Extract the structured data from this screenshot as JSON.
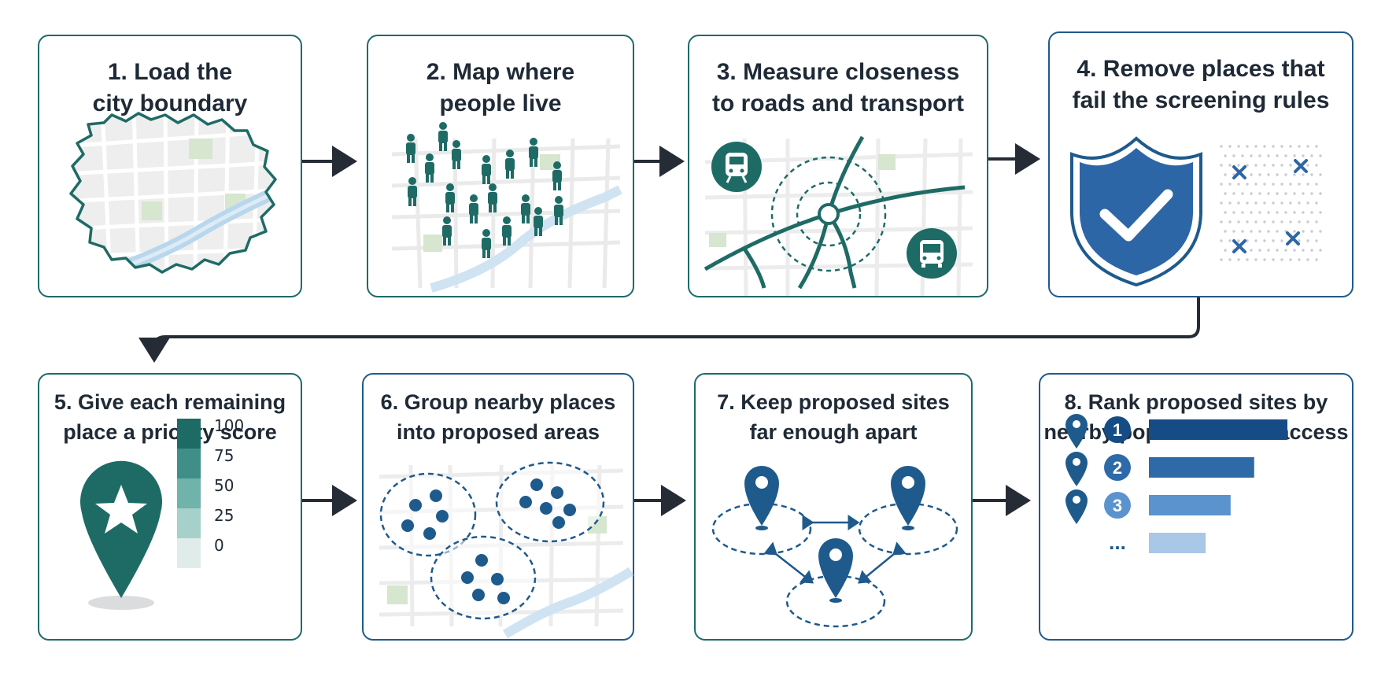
{
  "steps": [
    {
      "num": "1.",
      "line1": "Load the",
      "line2": "city boundary"
    },
    {
      "num": "2.",
      "line1": "Map where",
      "line2": "people live"
    },
    {
      "num": "3.",
      "line1": "Measure closeness",
      "line2": "to roads and transport"
    },
    {
      "num": "4.",
      "line1": "Remove places that",
      "line2": "fail the screening rules"
    },
    {
      "num": "5.",
      "line1": "Give each remaining",
      "line2": "place a priority score"
    },
    {
      "num": "6.",
      "line1": "Group nearby places",
      "line2": "into proposed areas"
    },
    {
      "num": "7.",
      "line1": "Keep proposed sites",
      "line2": "far enough apart"
    },
    {
      "num": "8.",
      "line1": "Rank proposed sites by",
      "line2": "nearby population and access"
    }
  ],
  "score_legend": [
    "100",
    "75",
    "50",
    "25",
    "0"
  ],
  "score_colors": [
    "#1e6b66",
    "#3f8f88",
    "#6fb3ab",
    "#a6d1ca",
    "#e0ecea"
  ],
  "ranks": [
    {
      "label": "1",
      "bar_fraction": 1.0,
      "color": "#154c86"
    },
    {
      "label": "2",
      "bar_fraction": 0.76,
      "color": "#2e6aa8"
    },
    {
      "label": "3",
      "bar_fraction": 0.59,
      "color": "#5b93cf"
    },
    {
      "label": "...",
      "bar_fraction": 0.41,
      "color": "#a9c7e6"
    }
  ],
  "colors": {
    "teal": "#1e6b66",
    "blue": "#1f5a8c",
    "arrow": "#252c36"
  }
}
